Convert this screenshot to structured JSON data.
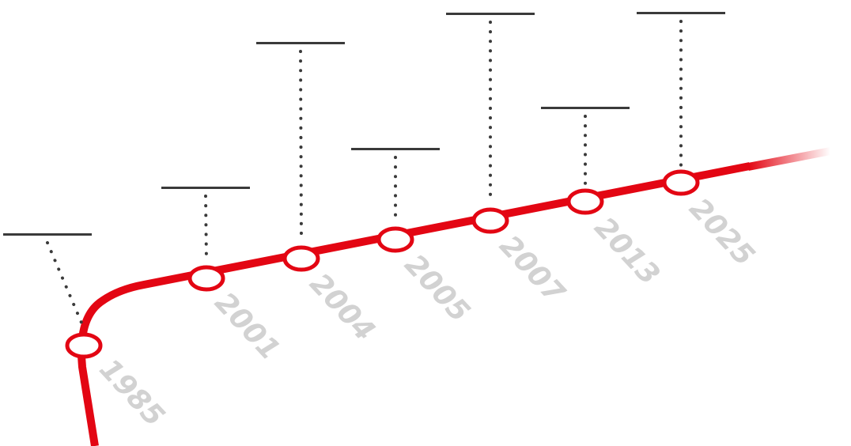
{
  "timeline": {
    "colors": {
      "line": "#e30613",
      "marker_fill": "#ffffff",
      "marker_stroke": "#e30613",
      "connector": "#3a3a3a",
      "label_bar": "#3a3a3a",
      "year_text": "#d2d2d2"
    },
    "milestones": [
      {
        "year": "1985"
      },
      {
        "year": "2001"
      },
      {
        "year": "2004"
      },
      {
        "year": "2005"
      },
      {
        "year": "2007"
      },
      {
        "year": "2013"
      },
      {
        "year": "2025"
      }
    ]
  }
}
